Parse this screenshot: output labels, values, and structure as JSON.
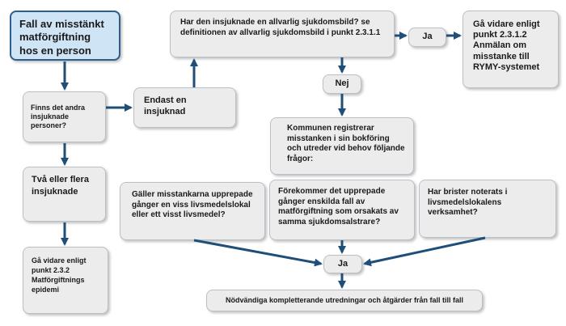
{
  "nodes": {
    "start": "Fall av misstänkt matförgiftning hos en person",
    "others_sick": "Finns det andra insjuknade personer?",
    "only_one": "Endast en insjuknad",
    "serious": "Har den insjuknade en allvarlig sjukdomsbild? se definitionen av allvarlig sjukdomsbild i punkt 2.3.1.1",
    "ja_top": "Ja",
    "go_2312": "Gå vidare enligt punkt 2.3.1.2 Anmälan om misstanke till RYMY-systemet",
    "nej": "Nej",
    "municipality": "Kommunen registrerar misstanken i sin bokföring och utreder vid behov följande frågor:",
    "two_or_more": "Två eller flera insjuknade",
    "go_232": "Gå vidare enligt punkt 2.3.2 Matförgiftnings epidemi",
    "q_repeated": "Gäller misstankarna upprepade gånger en viss livsmedelslokal eller ett visst livsmedel?",
    "q_single_cases": "Förekommer det upprepade gånger enskilda fall av matförgiftning som orsakats av samma sjukdomsalstrare?",
    "q_defects": "Har brister noterats i livsmedelslokalens verksamhet?",
    "ja_bottom": "Ja",
    "final": "Nödvändiga kompletterande utredningar och åtgärder från fall till fall"
  },
  "colors": {
    "arrow": "#1f4e79",
    "box_fill": "#ececec",
    "start_fill": "#cfe5f6",
    "start_border": "#2e5f8c"
  }
}
